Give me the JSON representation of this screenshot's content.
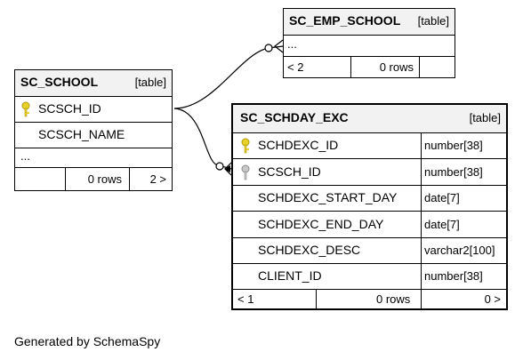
{
  "tables": {
    "sc_school": {
      "name": "SC_SCHOOL",
      "type": "[table]",
      "columns": [
        {
          "name": "SCSCH_ID",
          "key": "primary-key-icon"
        },
        {
          "name": "SCSCH_NAME",
          "key": ""
        }
      ],
      "ellipsis": "...",
      "rows": "0 rows",
      "children": "2 >"
    },
    "sc_emp_school": {
      "name": "SC_EMP_SCHOOL",
      "type": "[table]",
      "ellipsis": "...",
      "parents": "< 2",
      "rows": "0 rows"
    },
    "sc_schday_exc": {
      "name": "SC_SCHDAY_EXC",
      "type": "[table]",
      "columns": [
        {
          "name": "SCHDEXC_ID",
          "type": "number[38]",
          "key": "primary-key-icon"
        },
        {
          "name": "SCSCH_ID",
          "type": "number[38]",
          "key": "foreign-key-icon"
        },
        {
          "name": "SCHDEXC_START_DAY",
          "type": "date[7]",
          "key": ""
        },
        {
          "name": "SCHDEXC_END_DAY",
          "type": "date[7]",
          "key": ""
        },
        {
          "name": "SCHDEXC_DESC",
          "type": "varchar2[100]",
          "key": ""
        },
        {
          "name": "CLIENT_ID",
          "type": "number[38]",
          "key": ""
        }
      ],
      "parents": "< 1",
      "rows": "0 rows",
      "children": "0 >"
    }
  },
  "footer": "Generated by SchemaSpy",
  "colors": {
    "primary_key": "#e8d22a",
    "foreign_key": "#a8a8a8",
    "header_bg": "#f2f2f2"
  }
}
